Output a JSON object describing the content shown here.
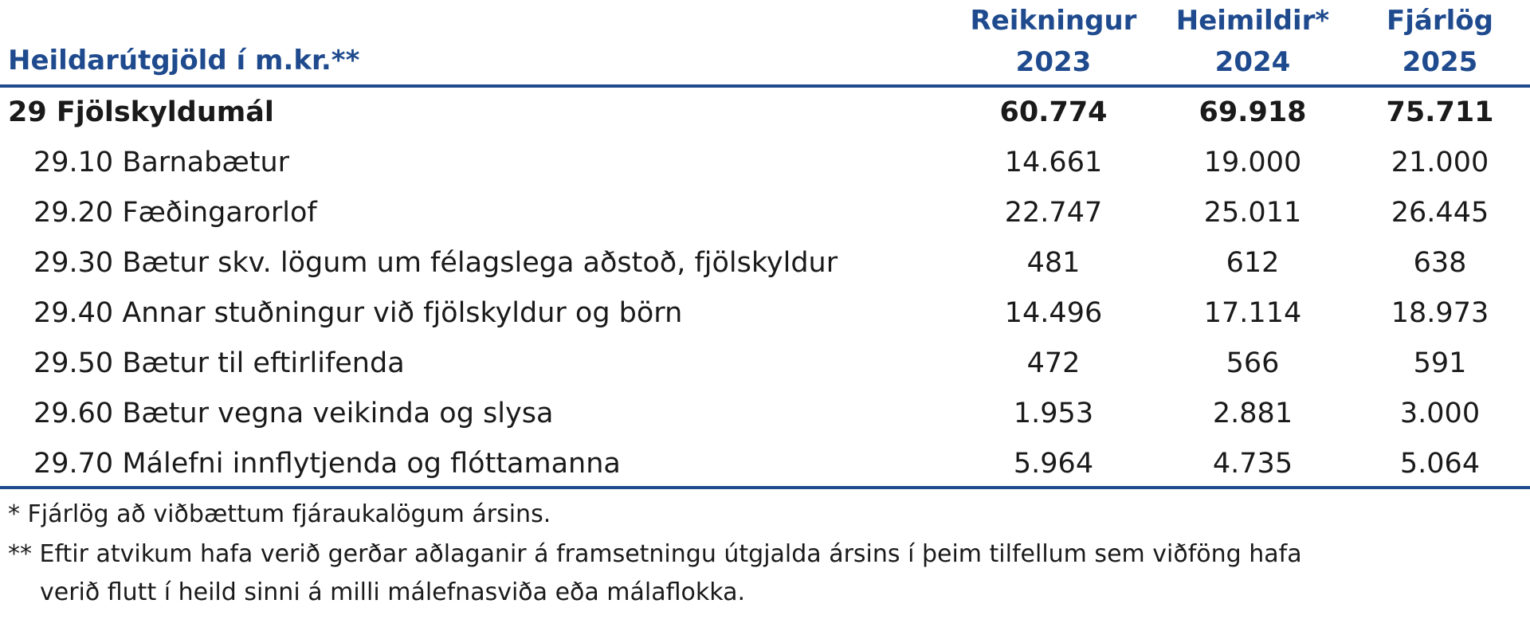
{
  "header": {
    "label": "Heildarútgjöld í m.kr.**",
    "columns": [
      {
        "line1": "Reikningur",
        "line2": "2023"
      },
      {
        "line1": "Heimildir*",
        "line2": "2024"
      },
      {
        "line1": "Fjárlög",
        "line2": "2025"
      }
    ]
  },
  "total": {
    "label": "29 Fjölskyldumál",
    "values": [
      "60.774",
      "69.918",
      "75.711"
    ]
  },
  "rows": [
    {
      "label": "29.10 Barnabætur",
      "values": [
        "14.661",
        "19.000",
        "21.000"
      ]
    },
    {
      "label": "29.20 Fæðingarorlof",
      "values": [
        "22.747",
        "25.011",
        "26.445"
      ]
    },
    {
      "label": "29.30 Bætur skv. lögum um félagslega aðstoð, fjölskyldur",
      "values": [
        "481",
        "612",
        "638"
      ]
    },
    {
      "label": "29.40 Annar stuðningur við fjölskyldur og börn",
      "values": [
        "14.496",
        "17.114",
        "18.973"
      ]
    },
    {
      "label": "29.50 Bætur til eftirlifenda",
      "values": [
        "472",
        "566",
        "591"
      ]
    },
    {
      "label": "29.60 Bætur vegna veikinda og slysa",
      "values": [
        "1.953",
        "2.881",
        "3.000"
      ]
    },
    {
      "label": "29.70 Málefni innflytjenda og flóttamanna",
      "values": [
        "5.964",
        "4.735",
        "5.064"
      ]
    }
  ],
  "footnotes": {
    "note1": "* Fjárlög að viðbættum fjáraukalögum ársins.",
    "note2_line1": "** Eftir atvikum hafa verið gerðar aðlaganir á framsetningu útgjalda ársins í þeim tilfellum sem viðföng hafa",
    "note2_line2": "verið flutt í heild sinni á milli málefnasviða eða málaflokka."
  },
  "colors": {
    "accent": "#1f4b8e",
    "text": "#1a1a1a"
  }
}
